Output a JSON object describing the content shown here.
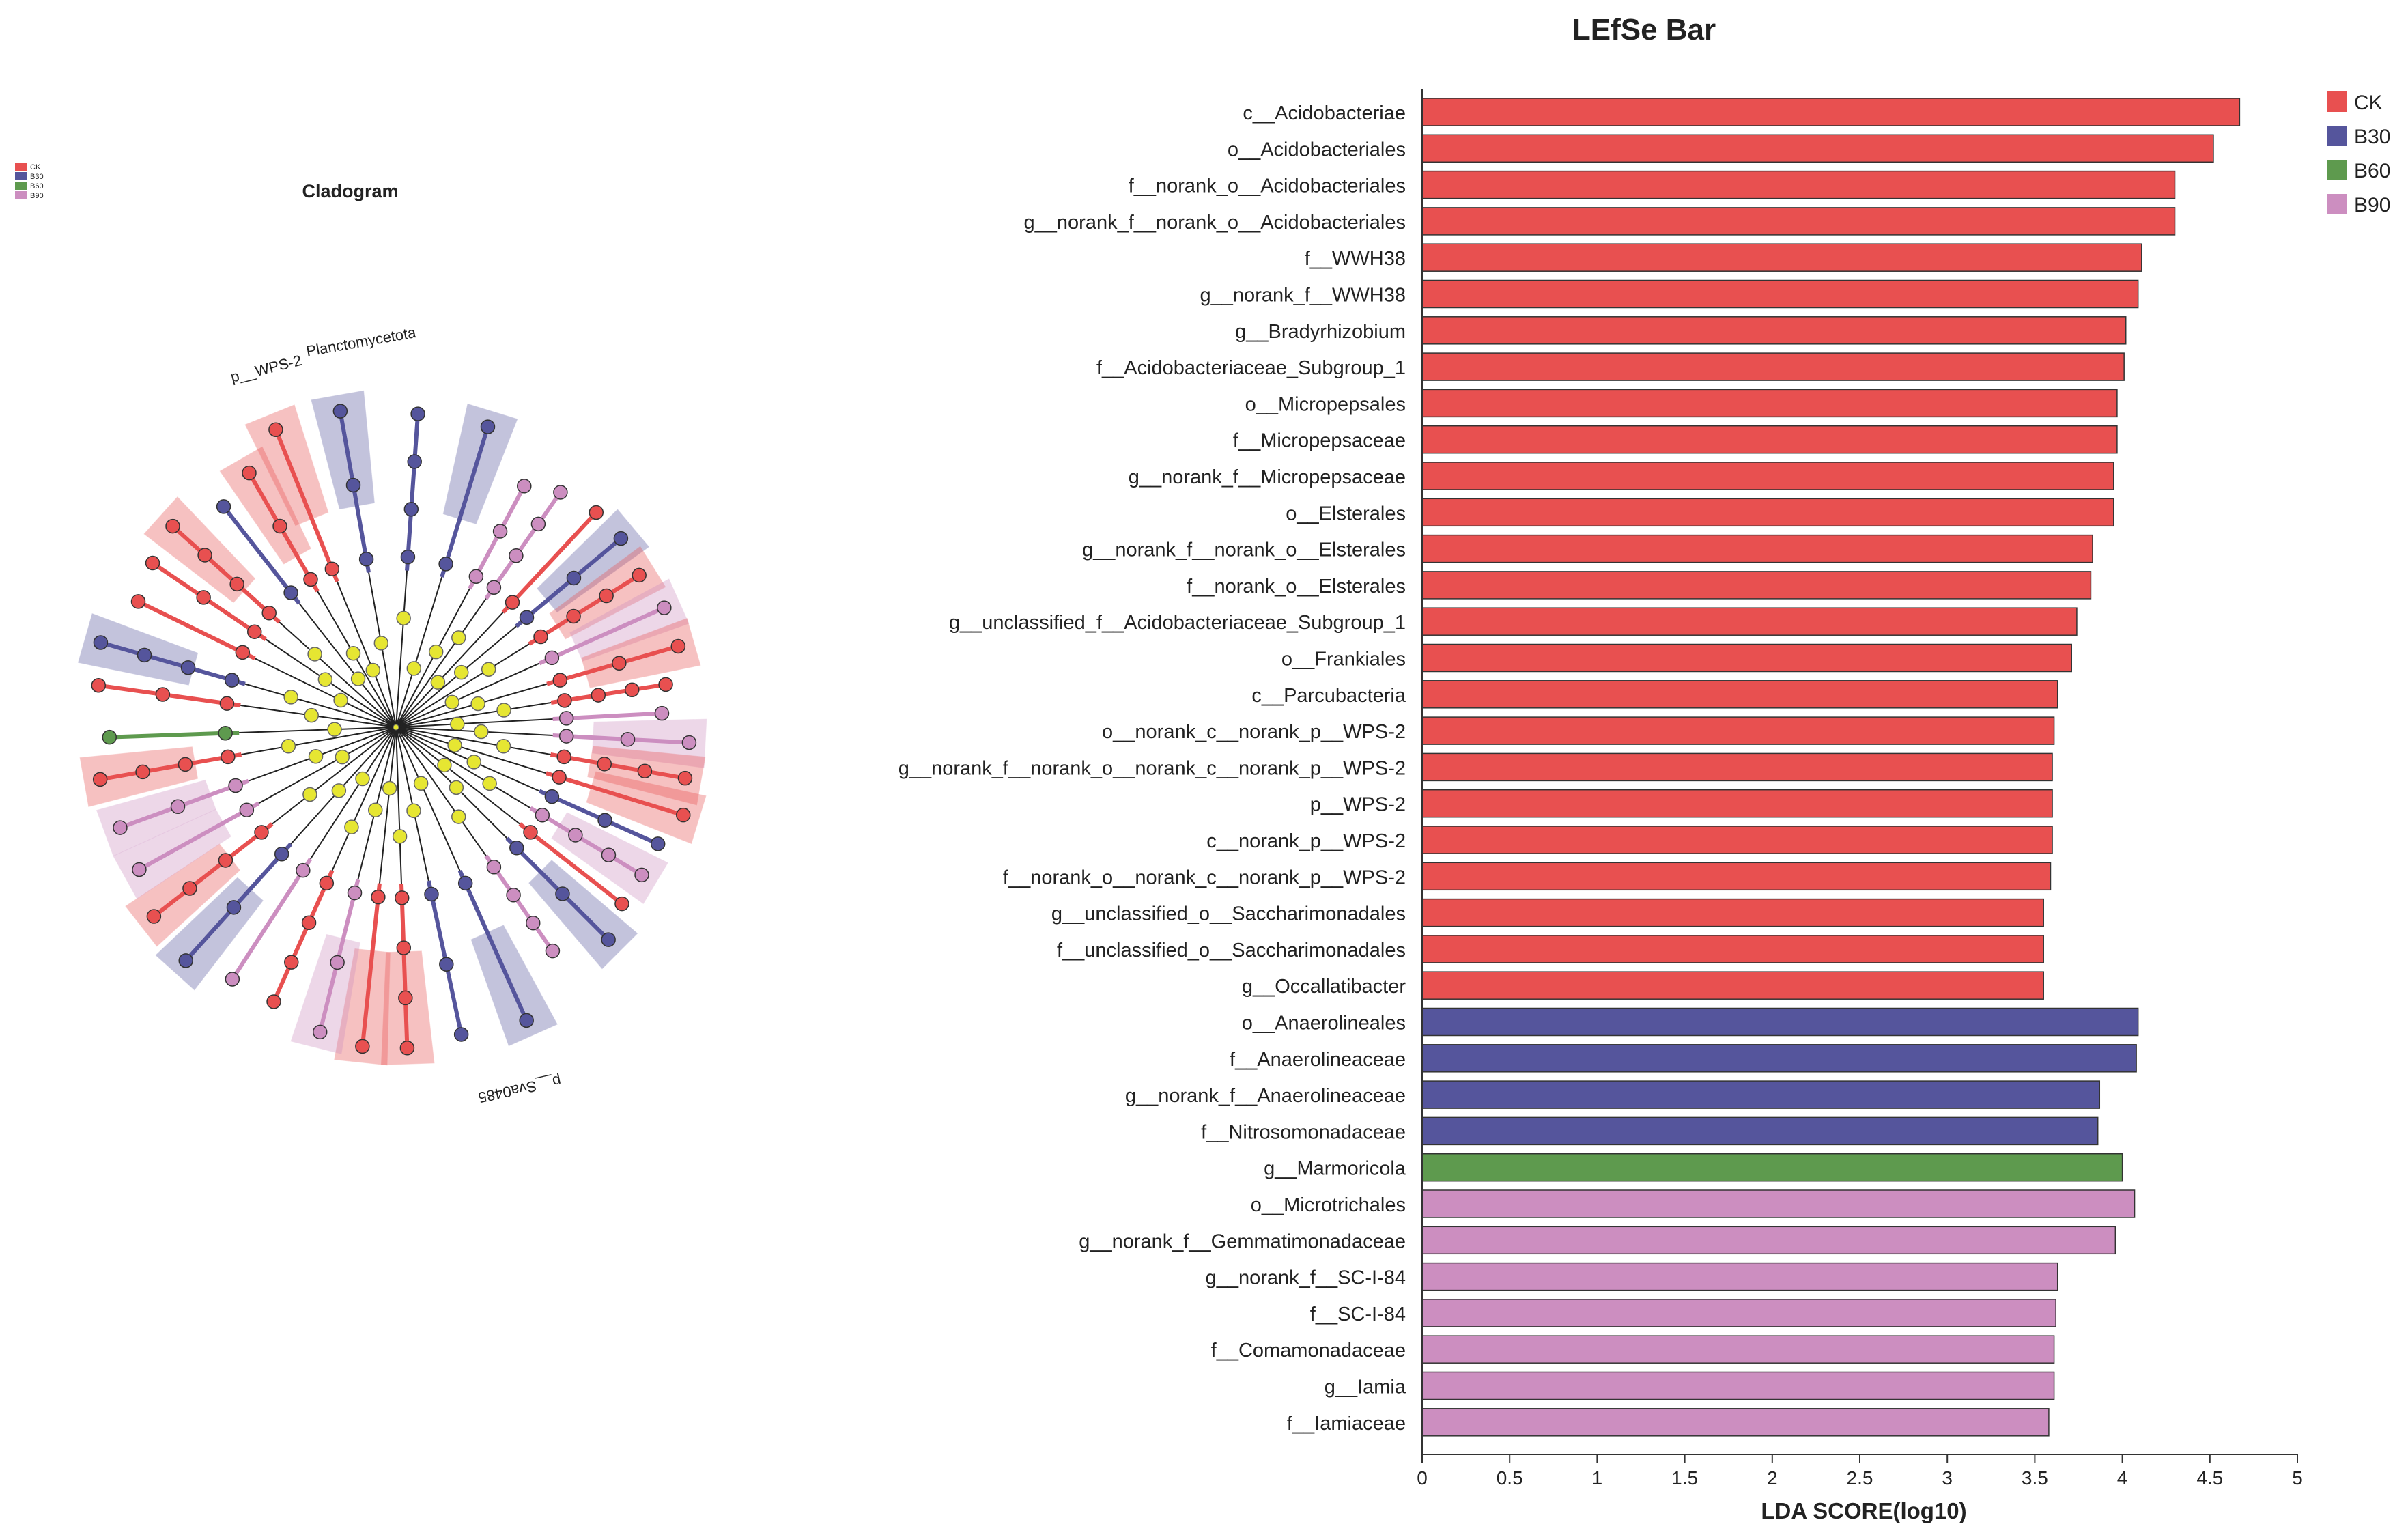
{
  "bar_panel": {
    "title": "LEfSe Bar",
    "xlabel": "LDA SCORE(log10)"
  },
  "cladogram": {
    "title": "Cladogram",
    "labels": {
      "wps2": "p__WPS-2",
      "planctomycetota": "Planctomycetota",
      "sva": "p__Sva0485"
    },
    "legend": [
      "CK",
      "B30",
      "B60",
      "B90"
    ]
  },
  "colors": {
    "CK": "#E85050",
    "B30": "#55559C",
    "B60": "#5E9A4E",
    "B90": "#CC8EC0",
    "node_yellow": "#E6E632",
    "edge": "#222222"
  },
  "chart_data": {
    "type": "bar",
    "orientation": "horizontal",
    "title": "LEfSe Bar",
    "xlabel": "LDA SCORE(log10)",
    "ylabel": "",
    "xlim": [
      0,
      5
    ],
    "xticks": [
      0,
      0.5,
      1,
      1.5,
      2,
      2.5,
      3,
      3.5,
      4,
      4.5,
      5
    ],
    "grid": false,
    "legend": {
      "position": "top-right",
      "entries": [
        "CK",
        "B30",
        "B60",
        "B90"
      ]
    },
    "categories": [
      "c__Acidobacteriae",
      "o__Acidobacteriales",
      "f__norank_o__Acidobacteriales",
      "g__norank_f__norank_o__Acidobacteriales",
      "f__WWH38",
      "g__norank_f__WWH38",
      "g__Bradyrhizobium",
      "f__Acidobacteriaceae_Subgroup_1",
      "o__Micropepsales",
      "f__Micropepsaceae",
      "g__norank_f__Micropepsaceae",
      "o__Elsterales",
      "g__norank_f__norank_o__Elsterales",
      "f__norank_o__Elsterales",
      "g__unclassified_f__Acidobacteriaceae_Subgroup_1",
      "o__Frankiales",
      "c__Parcubacteria",
      "o__norank_c__norank_p__WPS-2",
      "g__norank_f__norank_o__norank_c__norank_p__WPS-2",
      "p__WPS-2",
      "c__norank_p__WPS-2",
      "f__norank_o__norank_c__norank_p__WPS-2",
      "g__unclassified_o__Saccharimonadales",
      "f__unclassified_o__Saccharimonadales",
      "g__Occallatibacter",
      "o__Anaerolineales",
      "f__Anaerolineaceae",
      "g__norank_f__Anaerolineaceae",
      "f__Nitrosomonadaceae",
      "g__Marmoricola",
      "o__Microtrichales",
      "g__norank_f__Gemmatimonadaceae",
      "g__norank_f__SC-I-84",
      "f__SC-I-84",
      "f__Comamonadaceae",
      "g__Iamia",
      "f__Iamiaceae"
    ],
    "values": [
      4.67,
      4.52,
      4.3,
      4.3,
      4.11,
      4.09,
      4.02,
      4.01,
      3.97,
      3.97,
      3.95,
      3.95,
      3.83,
      3.82,
      3.74,
      3.71,
      3.63,
      3.61,
      3.6,
      3.6,
      3.6,
      3.59,
      3.55,
      3.55,
      3.55,
      4.09,
      4.08,
      3.87,
      3.86,
      4.0,
      4.07,
      3.96,
      3.63,
      3.62,
      3.61,
      3.61,
      3.58
    ],
    "groups": [
      "CK",
      "CK",
      "CK",
      "CK",
      "CK",
      "CK",
      "CK",
      "CK",
      "CK",
      "CK",
      "CK",
      "CK",
      "CK",
      "CK",
      "CK",
      "CK",
      "CK",
      "CK",
      "CK",
      "CK",
      "CK",
      "CK",
      "CK",
      "CK",
      "CK",
      "B30",
      "B30",
      "B30",
      "B30",
      "B60",
      "B90",
      "B90",
      "B90",
      "B90",
      "B90",
      "B90",
      "B90"
    ]
  }
}
